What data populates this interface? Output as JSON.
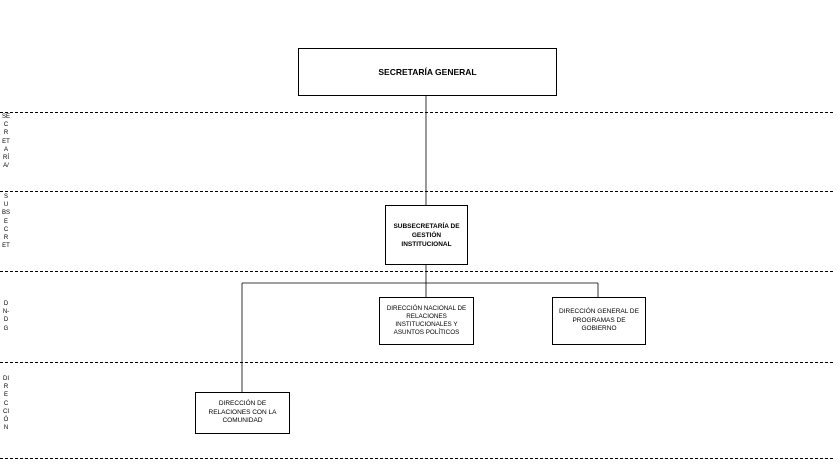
{
  "bands": [
    {
      "label": "SECRETARÍA/"
    },
    {
      "label": "SUBSECRET"
    },
    {
      "label": "DN-DG"
    },
    {
      "label": "DIRECCIÓN"
    }
  ],
  "boxes": {
    "secretaria_general": "SECRETARÍA GENERAL",
    "subsecretaria": "SUBSECRETARÍA DE GESTIÓN INSTITUCIONAL",
    "dn_relaciones": "DIRECCIÓN NACIONAL DE RELACIONES INSTITUCIONALES Y ASUNTOS POLÍTICOS",
    "dg_programas": "DIRECCIÓN GENERAL DE PROGRAMAS DE GOBIERNO",
    "dir_comunidad": "DIRECCIÓN DE RELACIONES CON LA COMUNIDAD"
  }
}
